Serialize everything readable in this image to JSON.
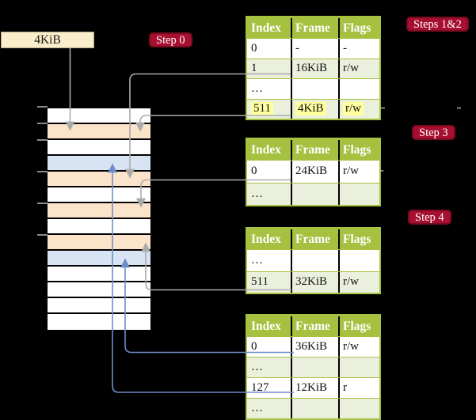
{
  "colors": {
    "background": "#000000",
    "table_green": "#A6C03F",
    "table_row_green": "#EBF0DC",
    "highlight_yellow": "#FFFF9E",
    "badge_red": "#A60F2F",
    "badge_border": "#7A0A22",
    "memory_peach": "#FCE4CA",
    "memory_blue": "#D8E4F3",
    "box_cream": "#FAEDCB",
    "arrow_gray": "#ABABAB",
    "arrow_blue": "#6E8EC8"
  },
  "labels": {
    "frame_box": "4KiB",
    "step0": "Step 0",
    "steps12": "Steps 1&2",
    "step3": "Step 3",
    "step4": "Step 4"
  },
  "memory": {
    "rows": [
      "white",
      "peach",
      "white",
      "blue",
      "peach",
      "white",
      "peach",
      "white",
      "peach",
      "blue",
      "white",
      "white",
      "white",
      "white"
    ]
  },
  "tables": [
    {
      "header": [
        "Index",
        "Frame",
        "Flags"
      ],
      "rows": [
        {
          "cells": [
            "0",
            "-",
            "-"
          ]
        },
        {
          "cells": [
            "1",
            "16KiB",
            "r/w"
          ]
        },
        {
          "cells": [
            "…",
            "",
            ""
          ]
        },
        {
          "cells": [
            "511",
            "4KiB",
            "r/w"
          ],
          "highlighted": true
        }
      ]
    },
    {
      "header": [
        "Index",
        "Frame",
        "Flags"
      ],
      "rows": [
        {
          "cells": [
            "0",
            "24KiB",
            "r/w"
          ]
        },
        {
          "cells": [
            "…",
            "",
            ""
          ]
        }
      ]
    },
    {
      "header": [
        "Index",
        "Frame",
        "Flags"
      ],
      "rows": [
        {
          "cells": [
            "…",
            "",
            ""
          ]
        },
        {
          "cells": [
            "511",
            "32KiB",
            "r/w"
          ]
        }
      ]
    },
    {
      "header": [
        "Index",
        "Frame",
        "Flags"
      ],
      "rows": [
        {
          "cells": [
            "0",
            "36KiB",
            "r/w"
          ]
        },
        {
          "cells": [
            "…",
            "",
            ""
          ]
        },
        {
          "cells": [
            "127",
            "12KiB",
            "r"
          ]
        },
        {
          "cells": [
            "…",
            "",
            ""
          ]
        }
      ]
    }
  ]
}
